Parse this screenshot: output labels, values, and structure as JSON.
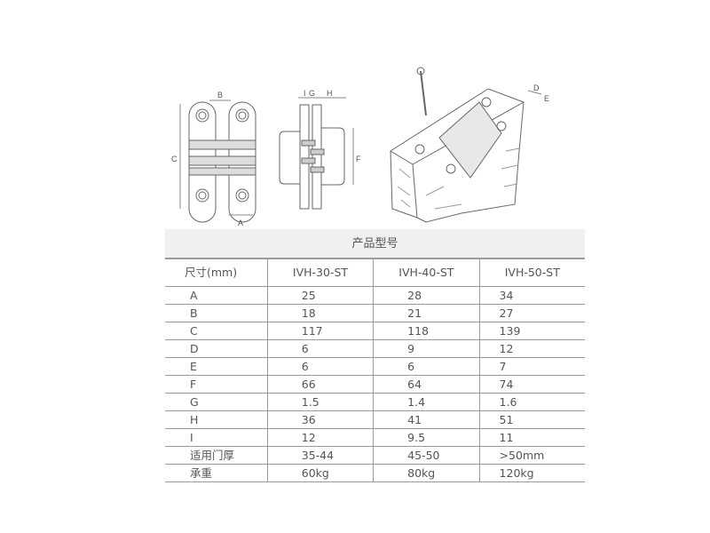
{
  "diagram": {
    "labels": [
      "A",
      "B",
      "C",
      "D",
      "E",
      "F",
      "G",
      "H",
      "I"
    ]
  },
  "table": {
    "title": "产品型号",
    "header": [
      "尺寸(mm)",
      "IVH-30-ST",
      "IVH-40-ST",
      "IVH-50-ST"
    ],
    "rows": [
      [
        "A",
        "25",
        "28",
        "34"
      ],
      [
        "B",
        "18",
        "21",
        "27"
      ],
      [
        "C",
        "117",
        "118",
        "139"
      ],
      [
        "D",
        "6",
        "9",
        "12"
      ],
      [
        "E",
        "6",
        "6",
        "7"
      ],
      [
        "F",
        "66",
        "64",
        "74"
      ],
      [
        "G",
        "1.5",
        "1.4",
        "1.6"
      ],
      [
        "H",
        "36",
        "41",
        "51"
      ],
      [
        "I",
        "12",
        "9.5",
        "11"
      ],
      [
        "适用门厚",
        "35-44",
        "45-50",
        ">50mm"
      ],
      [
        "承重",
        "60kg",
        "80kg",
        "120kg"
      ]
    ]
  }
}
